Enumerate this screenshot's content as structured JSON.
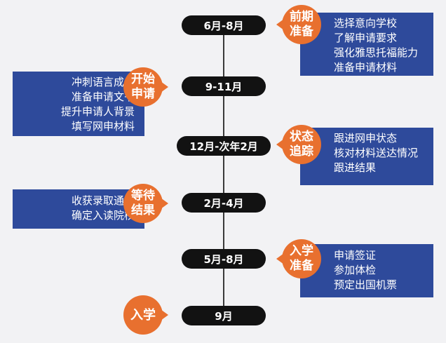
{
  "timeline": [
    {
      "period": "6月-8月",
      "badge": [
        "前期",
        "准备"
      ],
      "side": "right",
      "tasks": [
        "选择意向学校",
        "了解申请要求",
        "强化雅思托福能力",
        "准备申请材料"
      ]
    },
    {
      "period": "9-11月",
      "badge": [
        "开始",
        "申请"
      ],
      "side": "left",
      "tasks": [
        "冲刺语言成绩",
        "准备申请文书",
        "提升申请人背景",
        "填写网申材料"
      ]
    },
    {
      "period": "12月-次年2月",
      "badge": [
        "状态",
        "追踪"
      ],
      "side": "right",
      "tasks": [
        "跟进网申状态",
        "核对材料送达情况",
        "跟进结果"
      ]
    },
    {
      "period": "2月-4月",
      "badge": [
        "等待",
        "结果"
      ],
      "side": "left",
      "tasks": [
        "收获录取通知",
        "确定入读院校"
      ]
    },
    {
      "period": "5月-8月",
      "badge": [
        "入学",
        "准备"
      ],
      "side": "right",
      "tasks": [
        "申请签证",
        "参加体检",
        "预定出国机票"
      ]
    },
    {
      "period": "9月",
      "badge": [
        "入学"
      ],
      "side": "left",
      "tasks": []
    }
  ],
  "colors": {
    "box": "#2e4a9b",
    "badge": "#e8702f",
    "pill": "#121212",
    "axis": "#3a3a3a",
    "background": "#f2f2f4"
  }
}
